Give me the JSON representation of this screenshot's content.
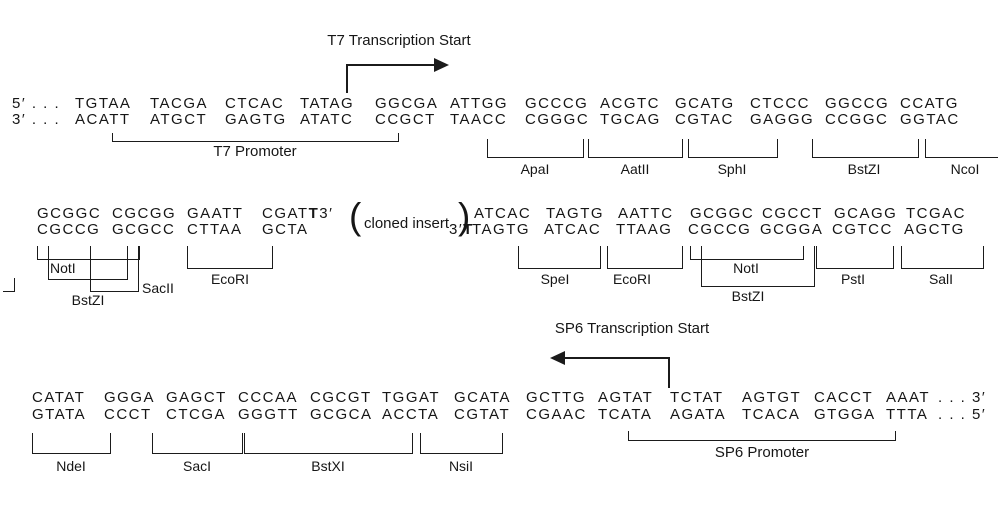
{
  "row1": {
    "top_prefix": "5′ . . .",
    "bottom_prefix": "3′ . . .",
    "top": "TGTAA TACGA CTCAC TATAG GGCGA ATTGG GCCCG ACGTC GCATG CTCCC GGCCG CCATG",
    "bottom": "ACATT ATGCT GAGTG ATATC CCGCT TAACC CGGGC TGCAG CGTAC GAGGG CCGGC GGTAC"
  },
  "row2": {
    "left_top": "GCGGC CGCGG GAATT",
    "left_top_tail": "CGAT",
    "left_top_tail_bold": "T",
    "left_top_tail_prime": "3′",
    "left_bottom": "CGCCG GCGCC CTTAA GCTA",
    "insert_open": "(",
    "insert": "cloned insert",
    "insert_close": ")",
    "right_bottom_prime": "3′",
    "right_bottom_bold": "T",
    "right_top": "ATCAC TAGTG AATTC GCGGC CGCCT GCAGG TCGAC",
    "right_bottom": "TAGTG ATCAC TTAAG CGCCG GCGGA CGTCC AGCTG"
  },
  "row3": {
    "top": "CATAT GGGA GAGCT CCCAA CGCGT TGGAT GCATA GCTTG AGTAT TCTAT AGTGT CACCT AAAT",
    "top_suffix": ". . . 3′",
    "bottom": "GTATA CCCT CTCGA GGGTT GCGCA ACCTA CGTAT CGAAC TCATA AGATA TCACA GTGGA TTTA",
    "bottom_suffix": ". . . 5′"
  },
  "labels": {
    "t7_start": "T7 Transcription Start",
    "sp6_start": "SP6 Transcription Start",
    "t7_promoter": "T7 Promoter",
    "sp6_promoter": "SP6 Promoter",
    "apai": "ApaI",
    "aatii": "AatII",
    "sphi": "SphI",
    "bstzi": "BstZI",
    "ncoi": "NcoI",
    "noti": "NotI",
    "sacii": "SacII",
    "ecori": "EcoRI",
    "spei": "SpeI",
    "psti": "PstI",
    "sali": "SalI",
    "ndei": "NdeI",
    "saci": "SacI",
    "bstxi": "BstXI",
    "nsii": "NsiI"
  },
  "colors": {
    "ink": "#1b1b1b",
    "background": "#ffffff"
  }
}
